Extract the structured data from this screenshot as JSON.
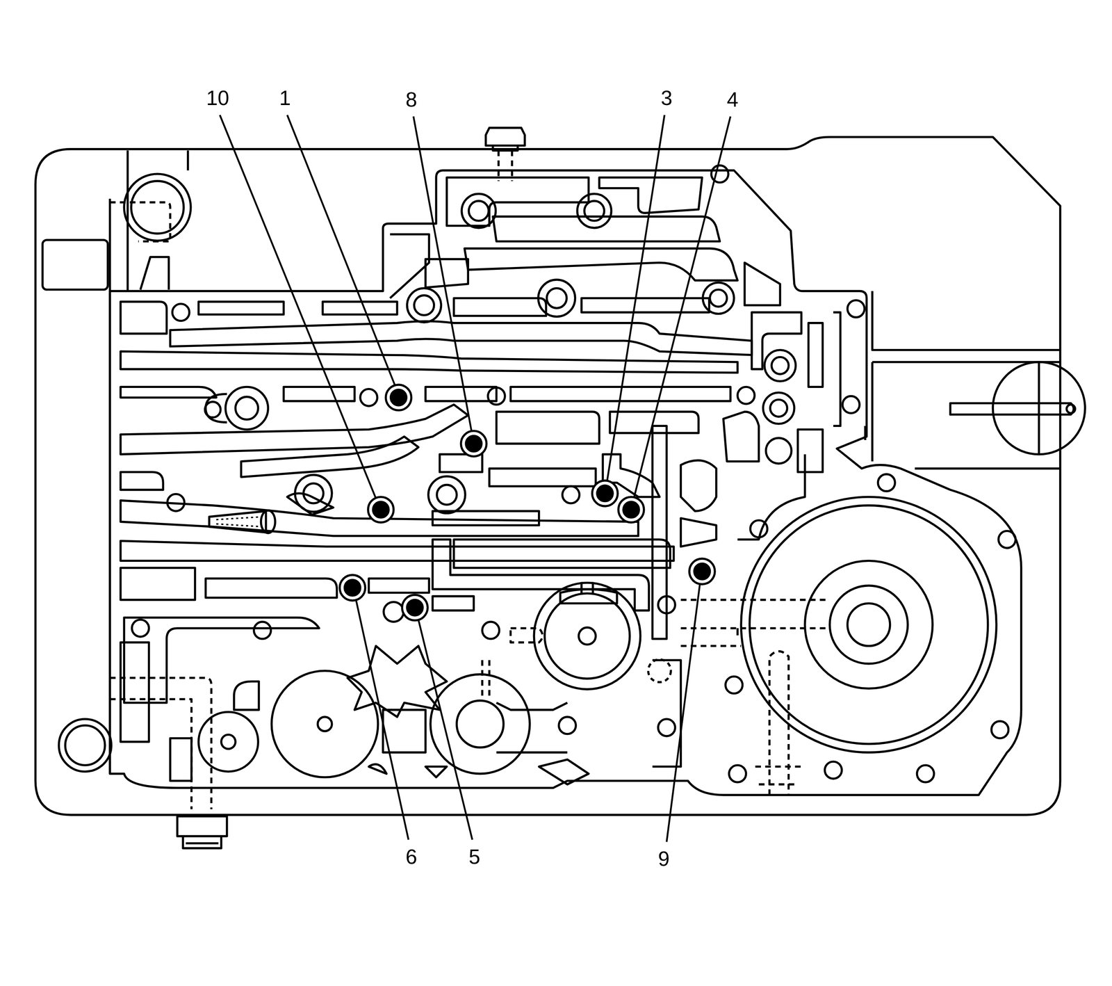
{
  "diagram": {
    "labels": [
      "10",
      "1",
      "8",
      "3",
      "4",
      "6",
      "5",
      "9"
    ]
  }
}
